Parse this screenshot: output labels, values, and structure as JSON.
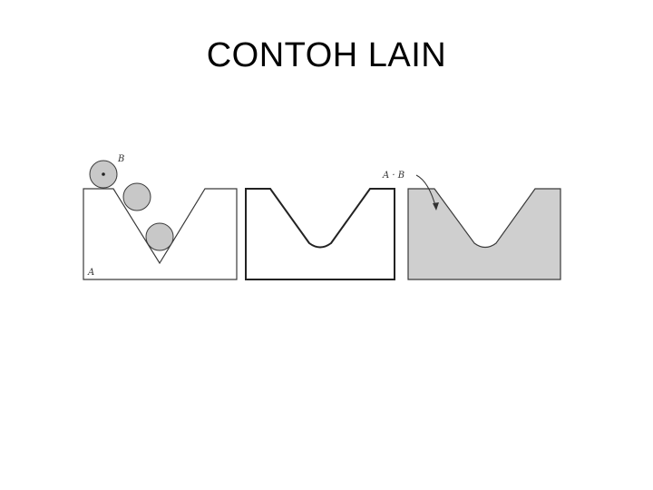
{
  "slide": {
    "title": "CONTOH LAIN"
  },
  "figure": {
    "label_b": "B",
    "label_a": "A",
    "label_result": "A · B",
    "colors": {
      "outline": "#3a3a3a",
      "disk_fill": "#c8c8c8",
      "result_fill": "#cfcfcf"
    }
  }
}
